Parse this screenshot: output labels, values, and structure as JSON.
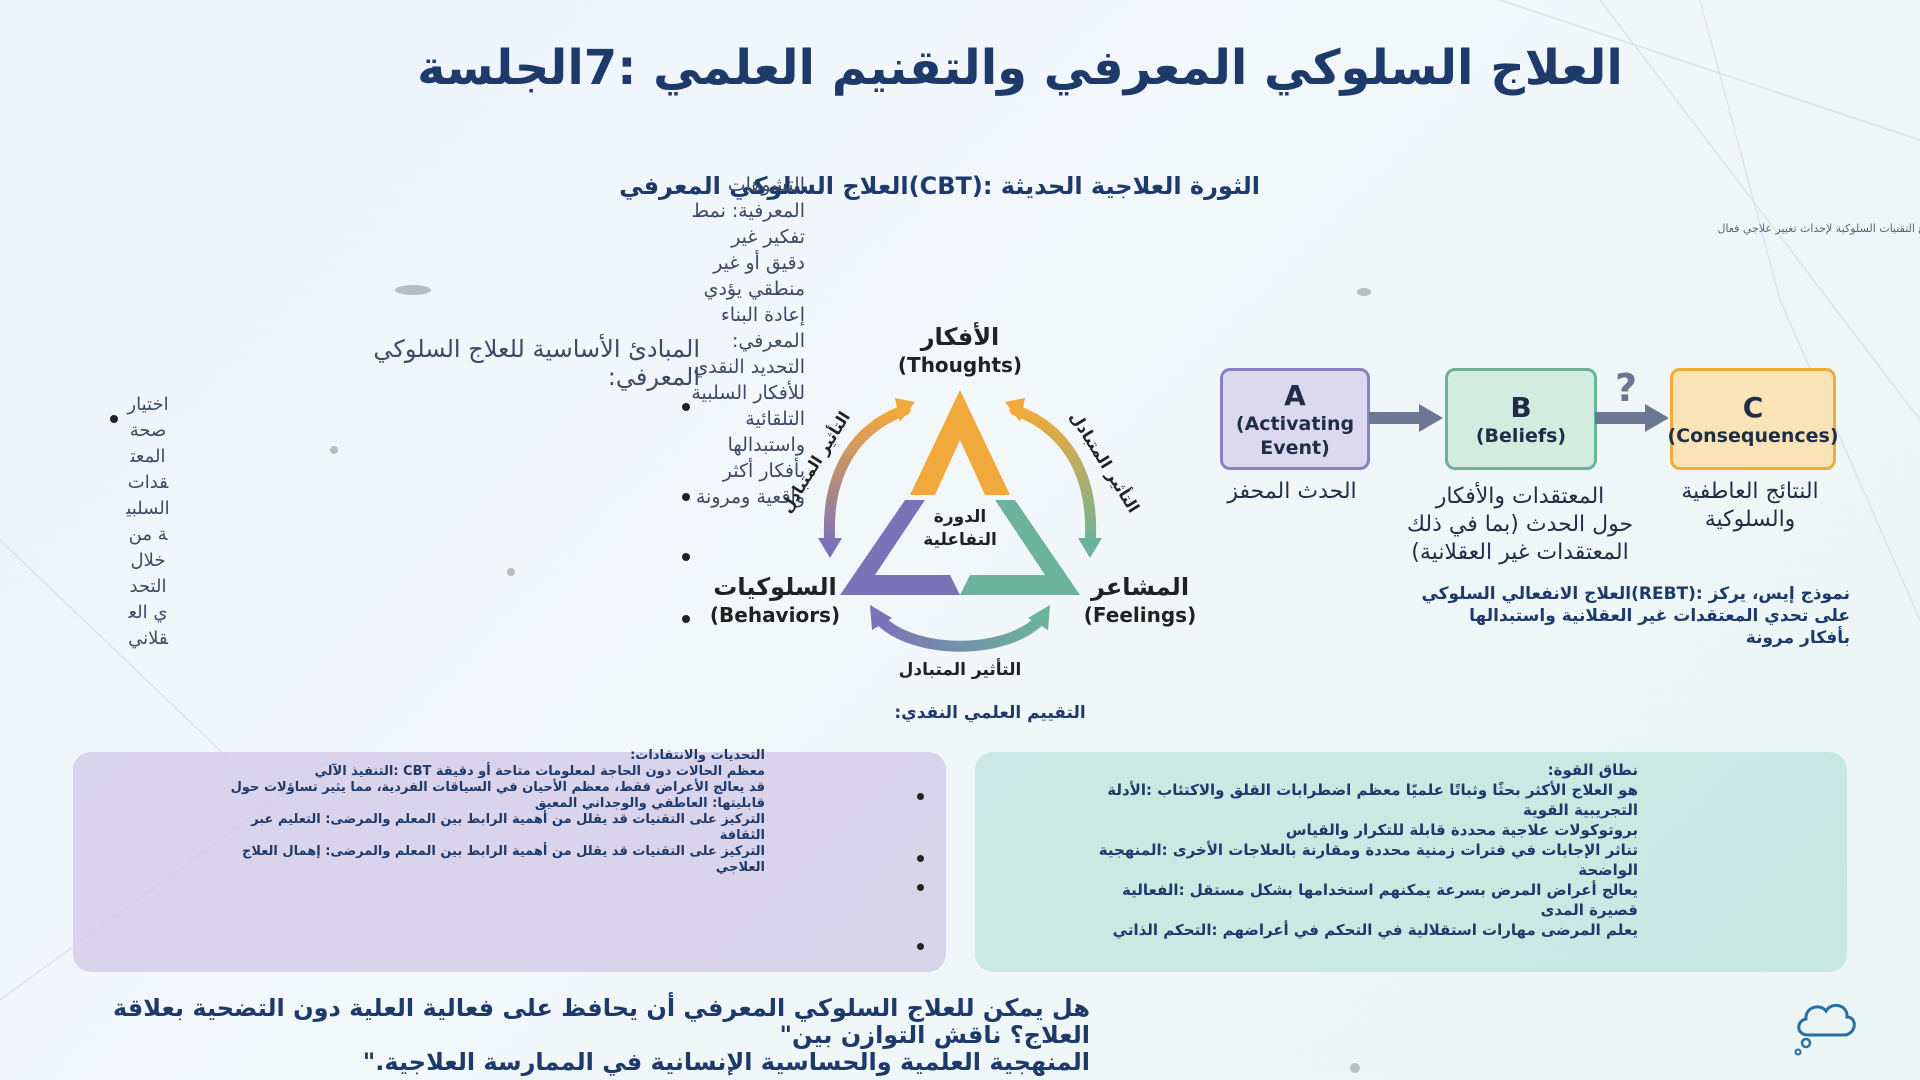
{
  "slide": {
    "title": "العلاج السلوكي المعرفي والتقنيم العلمي :7الجلسة",
    "cbt_subtitle": "الثورة العلاجية الحديثة :(CBT)العلاج السلوكي المعرفي",
    "distortion_text": "التشوهات المعرفية: نمط تفكير غير دقيق أو غير منطقي يؤدي إعادة البناء المعرفي: التحديد النقدي للأفكار السلبية التلقائية واستبدالها بأفكار أكثر واقعية ومرونة",
    "edge_text": "ع التقنيات السلوكية لإحداث تغيير علاجي فعال",
    "principles_heading": "المبادئ الأساسية للعلاج السلوكي المعرفي:",
    "vertical_text": "اختيار صحة المعتقدات السلبية من خلال التحدي العقلاني",
    "sci_eval_heading": "التقييم العلمي النقدي:"
  },
  "cycle": {
    "thoughts_ar": "الأفكار",
    "thoughts_en": "(Thoughts)",
    "feelings_ar": "المشاعر",
    "feelings_en": "(Feelings)",
    "behaviors_ar": "السلوكيات",
    "behaviors_en": "(Behaviors)",
    "center_line1": "الدورة",
    "center_line2": "التفاعلية",
    "mutual_influence": "التأثير المتبادل",
    "colors": {
      "orange": "#f2a93b",
      "green": "#6bb39a",
      "purple": "#7c72b8"
    }
  },
  "abc": {
    "a": {
      "letter": "A",
      "en_line1": "(Activating",
      "en_line2": "Event)",
      "ar": "الحدث المحفز",
      "color": "#dcd9ef",
      "border": "#8a80c5"
    },
    "b": {
      "letter": "B",
      "en": "(Beliefs)",
      "ar_line1": "المعتقدات والأفكار",
      "ar_line2": "حول الحدث (بما في ذلك",
      "ar_line3": "المعتقدات غير العقلانية)",
      "color": "#d2ecdf",
      "border": "#6bb39a"
    },
    "c": {
      "letter": "C",
      "en": "(Consequences)",
      "ar_line1": "النتائج العاطفية",
      "ar_line2": "والسلوكية",
      "color": "#fbe3b8",
      "border": "#f2a93b"
    },
    "question_mark": "?",
    "arrow_color": "#6b7891"
  },
  "rebt": {
    "line1": "نموذج إيس، يركز :(REBT)العلاج الانفعالي السلوكي",
    "line2": "على تحدي المعتقدات غير العقلانية واستبدالها بأفكار مرونة"
  },
  "critiques": {
    "heading": "التحديات والانتقادات:",
    "items": [
      "معظم الحالات دون الحاجة لمعلومات متاحة أو دقيقة CBT :التنفيذ الآلي",
      "قد يعالج الأعراض فقط، معظم الأحيان في السياقات الفردية، مما يثير تساؤلات حول قابليتها: العاطفي والوجداني المعيق",
      "التركيز على التقنيات قد يقلل من أهمية الرابط بين المعلم والمرضى: التعليم عبر الثقافة",
      "التركيز على التقنيات قد يقلل من أهمية الرابط بين المعلم والمرضى: إهمال العلاج العلاجي"
    ]
  },
  "strengths": {
    "heading": "نطاق القوة:",
    "items": [
      "هو العلاج الأكثر بحثًا وثباتًا علميًا معظم اضطرابات القلق والاكتئاب :الأدلة التجريبية القوية",
      "بروتوكولات علاجية محددة قابلة للتكرار والقياس",
      "تناثر الإجابات في فترات زمنية محددة ومقارنة بالعلاجات الأخرى :المنهجية الواضحة",
      "يعالج أعراض المرض بسرعة يمكنهم استخدامها بشكل مستقل :الفعالية قصيرة المدى",
      "يعلم المرضى مهارات استقلالية في التحكم في أعراضهم :التحكم الذاتي"
    ]
  },
  "question": {
    "line1": "هل يمكن للعلاج السلوكي المعرفي أن يحافظ على فعالية العلية دون التضحية بعلاقة العلاج؟ ناقش التوازن بين\"",
    "line2": "المنهجية العلمية والحساسية الإنسانية في الممارسة العلاجية.\""
  }
}
